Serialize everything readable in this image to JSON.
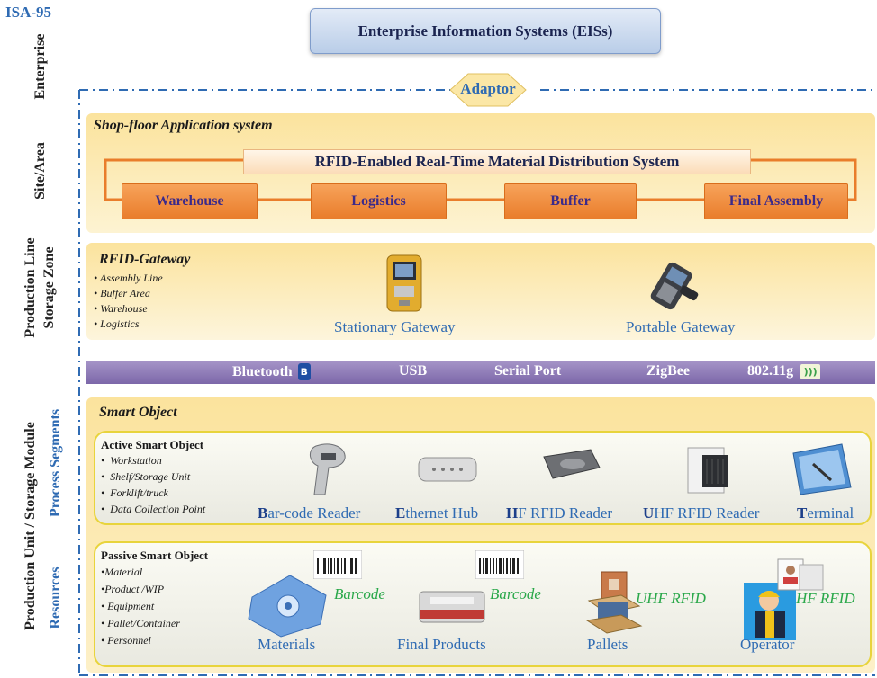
{
  "isa_label": "ISA-95",
  "levels": {
    "enterprise": "Enterprise",
    "site_area": "Site/Area",
    "production_line": "Production Line",
    "storage_zone": "Storage Zone",
    "production_unit": "Production Unit / Storage Module",
    "process_segments": "Process Segments",
    "resources": "Resources"
  },
  "eis": {
    "title": "Enterprise Information Systems (EISs)"
  },
  "adaptor": {
    "label": "Adaptor"
  },
  "shopfloor": {
    "title": "Shop-floor Application system",
    "system_title": "RFID-Enabled Real-Time Material Distribution System",
    "modules": [
      "Warehouse",
      "Logistics",
      "Buffer",
      "Final Assembly"
    ]
  },
  "gateway": {
    "title": "RFID-Gateway",
    "items": [
      "Assembly Line",
      "Buffer Area",
      "Warehouse",
      "Logistics"
    ],
    "stationary_label": "Stationary Gateway",
    "portable_label": "Portable Gateway"
  },
  "comms": {
    "bluetooth": "Bluetooth",
    "usb": "USB",
    "serial": "Serial Port",
    "zigbee": "ZigBee",
    "wifi": "802.11g"
  },
  "smart_object": {
    "title": "Smart Object",
    "active": {
      "title": "Active Smart Object",
      "items": [
        "Workstation",
        "Shelf/Storage Unit",
        "Forklift/truck",
        "Data Collection Point"
      ],
      "devices": [
        {
          "initial": "B",
          "rest": "ar-code Reader"
        },
        {
          "initial": "E",
          "rest": "thernet Hub"
        },
        {
          "initial": "H",
          "rest": "F RFID Reader"
        },
        {
          "initial": "U",
          "rest": "HF RFID Reader"
        },
        {
          "initial": "T",
          "rest": "erminal"
        }
      ]
    },
    "passive": {
      "title": "Passive Smart Object",
      "items": [
        "Material",
        "Product /WIP",
        "Equipment",
        "Pallet/Container",
        "Personnel"
      ],
      "objects": [
        "Materials",
        "Final Products",
        "Pallets",
        "Operator"
      ],
      "tags": [
        "Barcode",
        "Barcode",
        "UHF RFID",
        "HF RFID"
      ]
    }
  },
  "colors": {
    "accent_orange": "#e97d2b",
    "comm_bar": "#8a76b3",
    "level_blue": "#2f6bb3",
    "tag_green": "#2aa84a"
  }
}
